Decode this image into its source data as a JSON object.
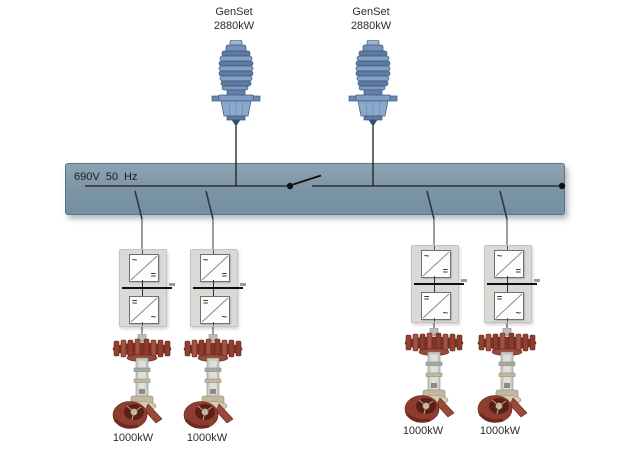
{
  "diagram": {
    "busbar": {
      "label": "690V 50 Hz",
      "fill_color": "#7E96A8"
    },
    "gensets": [
      {
        "name": "GenSet",
        "power": "2880kW"
      },
      {
        "name": "GenSet",
        "power": "2880kW"
      }
    ],
    "converters": {
      "ac_symbol": "~",
      "dc_symbol": "="
    },
    "thrusters": [
      {
        "power": "1000kW"
      },
      {
        "power": "1000kW"
      },
      {
        "power": "1000kW"
      },
      {
        "power": "1000kW"
      }
    ],
    "colors": {
      "busbar_fill": "#7E96A8",
      "busbar_border": "#5C7484",
      "genset_blue": "#7A9BC2",
      "thruster_red": "#8E3C2E",
      "converter_panel": "#D9D9D5",
      "line": "#1C1C1C",
      "background": "#FFFFFF"
    }
  }
}
